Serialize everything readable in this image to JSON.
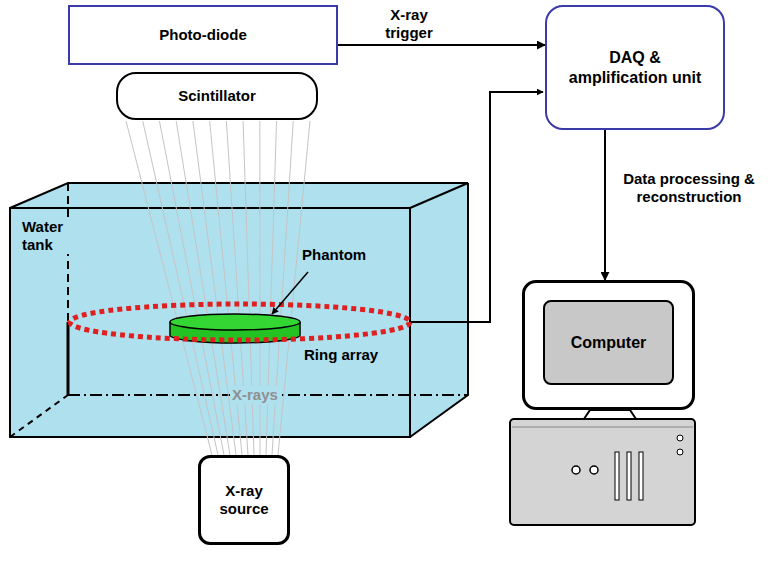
{
  "diagram": {
    "nodes": [
      {
        "text": [
          "Photo-diode"
        ]
      },
      {
        "text": [
          "Scintillator"
        ]
      },
      {
        "text": [
          "DAQ & amplification unit"
        ]
      },
      {
        "text": [
          "Water tank"
        ]
      },
      {
        "text": [
          "Computer"
        ]
      },
      {
        "text": [
          "X-ray source"
        ]
      }
    ],
    "edges": [
      {
        "from": 0,
        "to": 2,
        "label": "X-ray trigger",
        "arrow": "to"
      },
      {
        "from": 2,
        "to": 4,
        "label": "Data processing & reconstruction",
        "arrow": "to"
      }
    ],
    "labels": [
      "Phantom",
      "Ring array",
      "X-rays"
    ]
  }
}
